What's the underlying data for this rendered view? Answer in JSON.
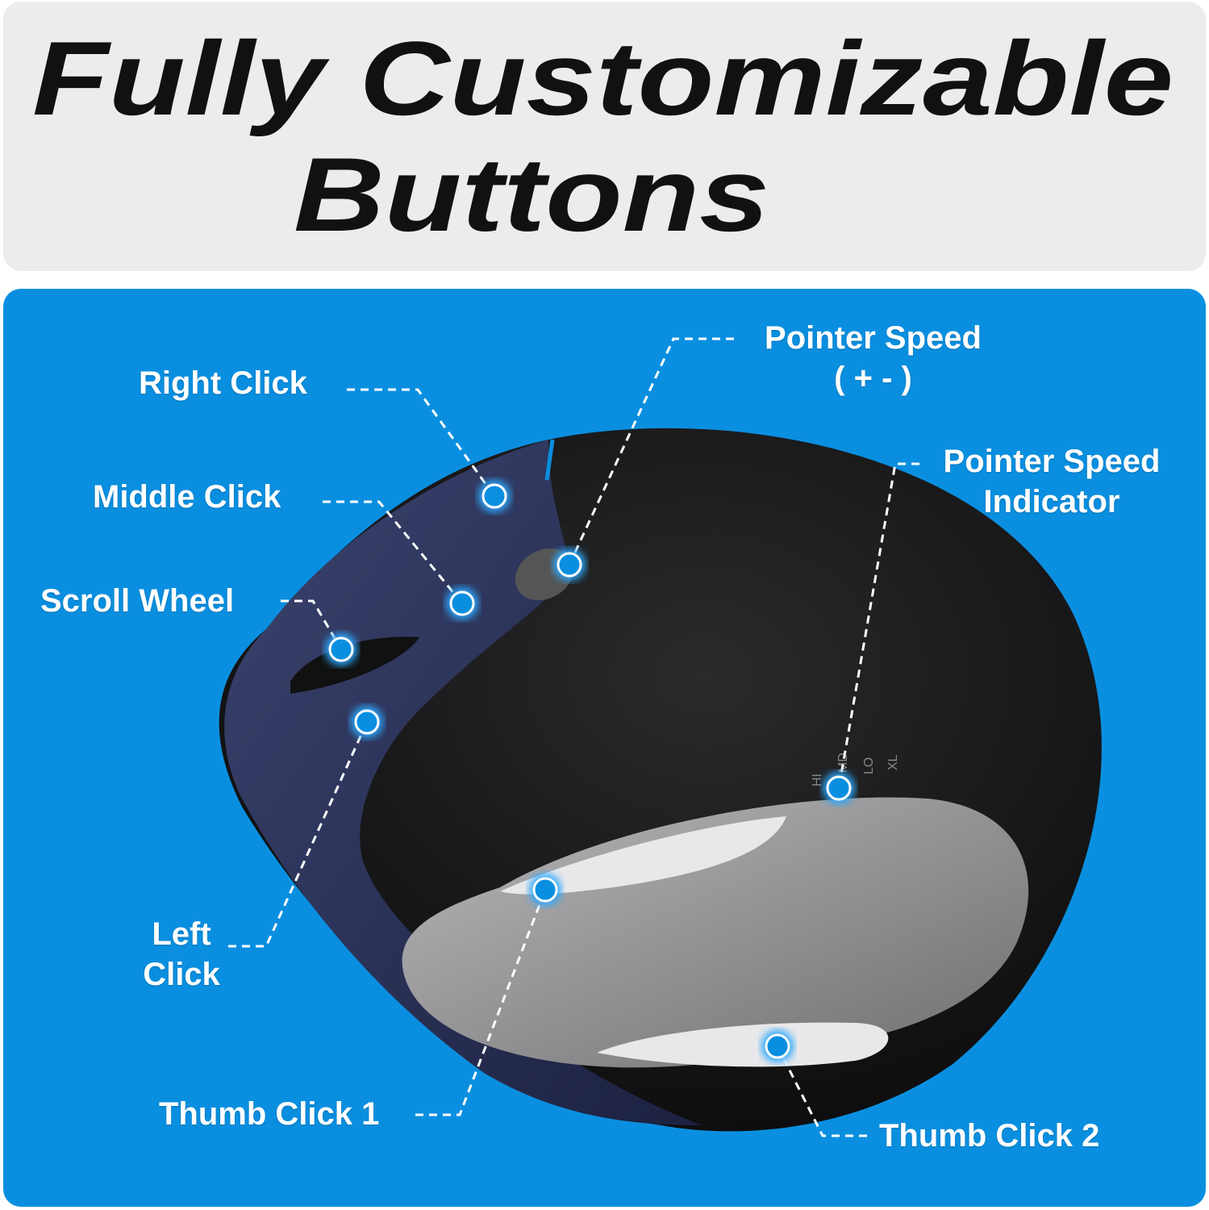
{
  "title": {
    "line1": "Fully Customizable",
    "line2": "Buttons"
  },
  "colors": {
    "panel": "#0a8fe0",
    "header": "#ececec",
    "dot": "#0a8fe0"
  },
  "mouse_labels": [
    "HI",
    "MD",
    "LO",
    "XL"
  ],
  "callouts": {
    "right_click": "Right Click",
    "middle_click": "Middle Click",
    "scroll_wheel": "Scroll Wheel",
    "left_click_1": "Left",
    "left_click_2": "Click",
    "thumb_click_1": "Thumb Click 1",
    "thumb_click_2": "Thumb Click 2",
    "pointer_speed_1": "Pointer Speed",
    "pointer_speed_2": "( + - )",
    "indicator_1": "Pointer Speed",
    "indicator_2": "Indicator"
  }
}
